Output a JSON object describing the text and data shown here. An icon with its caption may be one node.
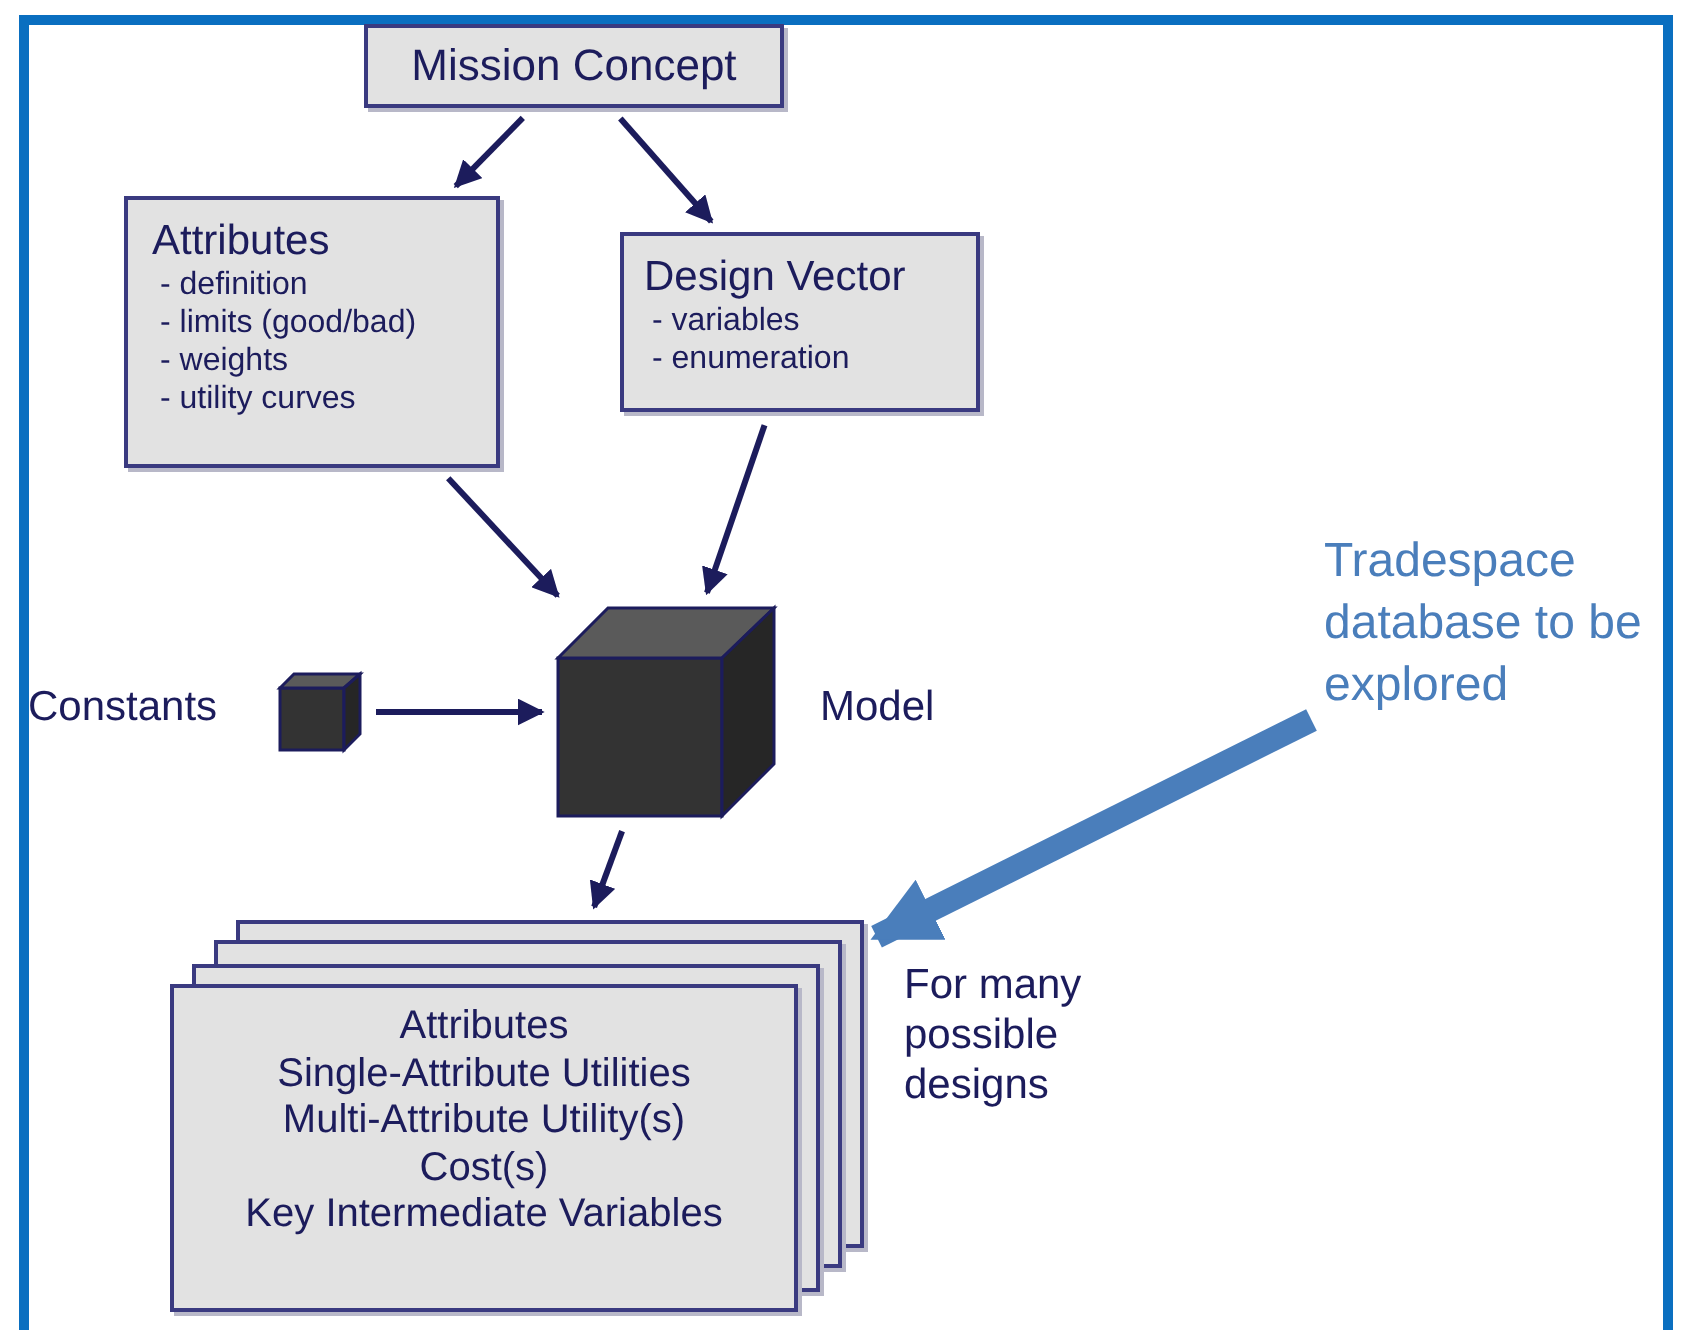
{
  "diagram": {
    "nodes": [
      {
        "text": [
          "Mission Concept"
        ]
      },
      {
        "text": [
          "Attributes",
          "- definition",
          "- limits (good/bad)",
          "- weights",
          "- utility curves"
        ]
      },
      {
        "text": [
          "Design Vector",
          "- variables",
          "- enumeration"
        ]
      },
      {
        "text": [],
        "shape": "cube",
        "beside": [
          "Constants"
        ]
      },
      {
        "text": [],
        "shape": "cube",
        "beside": [
          "Model"
        ]
      },
      {
        "text": [
          "Attributes",
          "Single-Attribute Utilities",
          "Multi-Attribute Utility(s)",
          "Cost(s)",
          "Key Intermediate Variables"
        ],
        "beside": [
          "For many possible designs"
        ]
      },
      {
        "text": [
          "Tradespace database to be explored"
        ]
      }
    ],
    "edges": [
      {
        "from": 0,
        "to": 1,
        "arrow": "to"
      },
      {
        "from": 0,
        "to": 2,
        "arrow": "to"
      },
      {
        "from": 1,
        "to": 4,
        "arrow": "to"
      },
      {
        "from": 2,
        "to": 4,
        "arrow": "to"
      },
      {
        "from": 3,
        "to": 4,
        "arrow": "to"
      },
      {
        "from": 4,
        "to": 5,
        "arrow": "to"
      },
      {
        "from": 6,
        "to": 5,
        "arrow": "to",
        "style": "thick",
        "color": "#4a7ebb"
      }
    ]
  }
}
